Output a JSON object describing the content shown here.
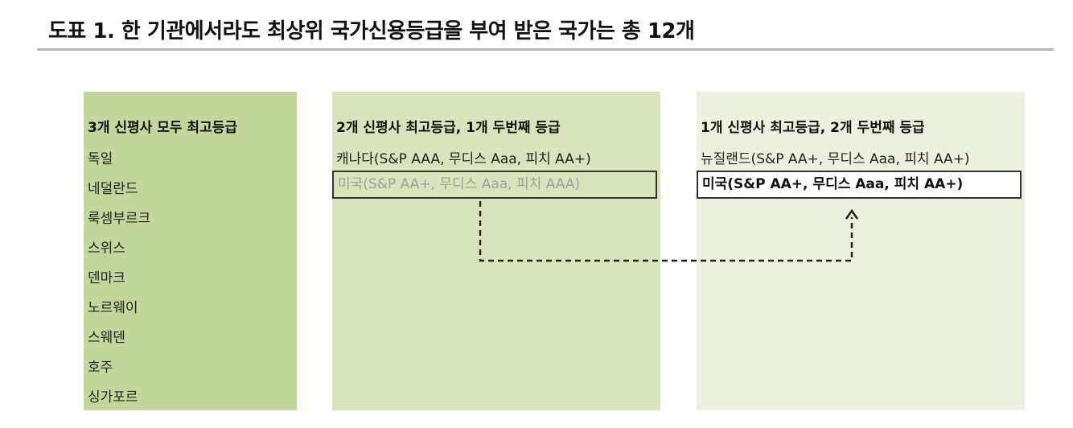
{
  "title": "도표 1. 한 기관에서라도 최상위 국가신용등급을 부여 받은 국가는 총 12개",
  "columns": [
    {
      "header": "3개 신평사 모두 최고등급",
      "items": [
        "독일",
        "네덜란드",
        "룩셈부르크",
        "스위스",
        "덴마크",
        "노르웨이",
        "스웨덴",
        "호주",
        "싱가포르"
      ]
    },
    {
      "header": "2개 신평사 최고등급, 1개 두번째 등급",
      "items": [
        "캐나다(S&P AAA, 무디스 Aaa, 피치 AA+)"
      ],
      "highlight": "미국(S&P AA+, 무디스 Aaa, 피치 AAA)"
    },
    {
      "header": "1개 신평사 최고등급, 2개 두번째 등급",
      "items": [
        "뉴질랜드(S&P AA+, 무디스 Aaa, 피치 AA+)"
      ],
      "highlight": "미국(S&P AA+, 무디스 Aaa, 피치 AA+)"
    }
  ],
  "colors": {
    "column_1": "#c3d69b",
    "column_2": "#d8e4bc",
    "column_3": "#ebf1de",
    "rule": "#b5b5b5"
  }
}
